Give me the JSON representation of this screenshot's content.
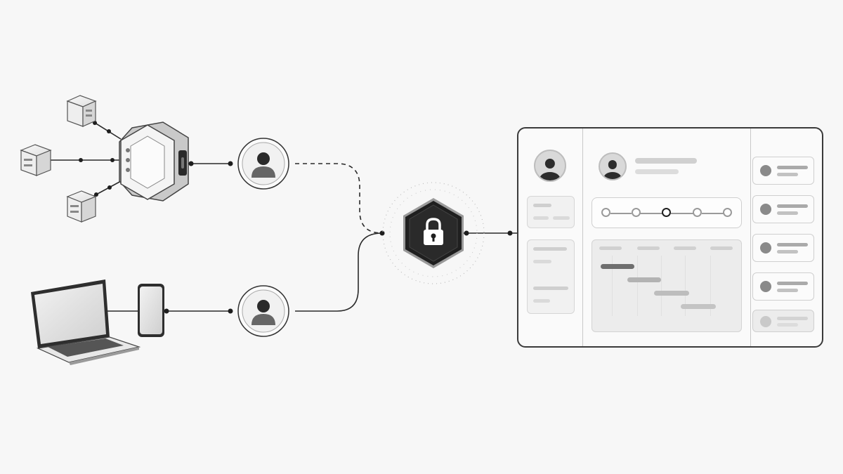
{
  "diagram": {
    "nodes": [
      {
        "id": "server-small-1",
        "kind": "server-cube"
      },
      {
        "id": "server-small-2",
        "kind": "server-cube"
      },
      {
        "id": "server-small-3",
        "kind": "server-cube"
      },
      {
        "id": "server-hub",
        "kind": "hexagon-server"
      },
      {
        "id": "user-top",
        "kind": "user-icon"
      },
      {
        "id": "laptop",
        "kind": "laptop-icon"
      },
      {
        "id": "phone",
        "kind": "smartphone-icon"
      },
      {
        "id": "user-bottom",
        "kind": "user-icon"
      },
      {
        "id": "lock-gateway",
        "kind": "lock-icon"
      },
      {
        "id": "dashboard",
        "kind": "app-window"
      }
    ],
    "edges": [
      {
        "from": "server-small-1",
        "to": "server-hub",
        "style": "solid"
      },
      {
        "from": "server-small-2",
        "to": "server-hub",
        "style": "solid"
      },
      {
        "from": "server-small-3",
        "to": "server-hub",
        "style": "solid"
      },
      {
        "from": "server-hub",
        "to": "user-top",
        "style": "solid"
      },
      {
        "from": "user-top",
        "to": "lock-gateway",
        "style": "dashed"
      },
      {
        "from": "laptop",
        "to": "phone",
        "style": "solid"
      },
      {
        "from": "phone",
        "to": "user-bottom",
        "style": "solid"
      },
      {
        "from": "user-bottom",
        "to": "lock-gateway",
        "style": "solid"
      },
      {
        "from": "lock-gateway",
        "to": "dashboard",
        "style": "solid"
      }
    ],
    "colors": {
      "background": "#f7f7f7",
      "line": "#2a2a2a",
      "lock_fill": "#1f1f1f",
      "panel_border": "#3a3a3a"
    },
    "dashboard": {
      "stepper": {
        "steps": 5,
        "active_step": 3
      },
      "right_cards": 5,
      "gantt_tasks": 4
    }
  }
}
